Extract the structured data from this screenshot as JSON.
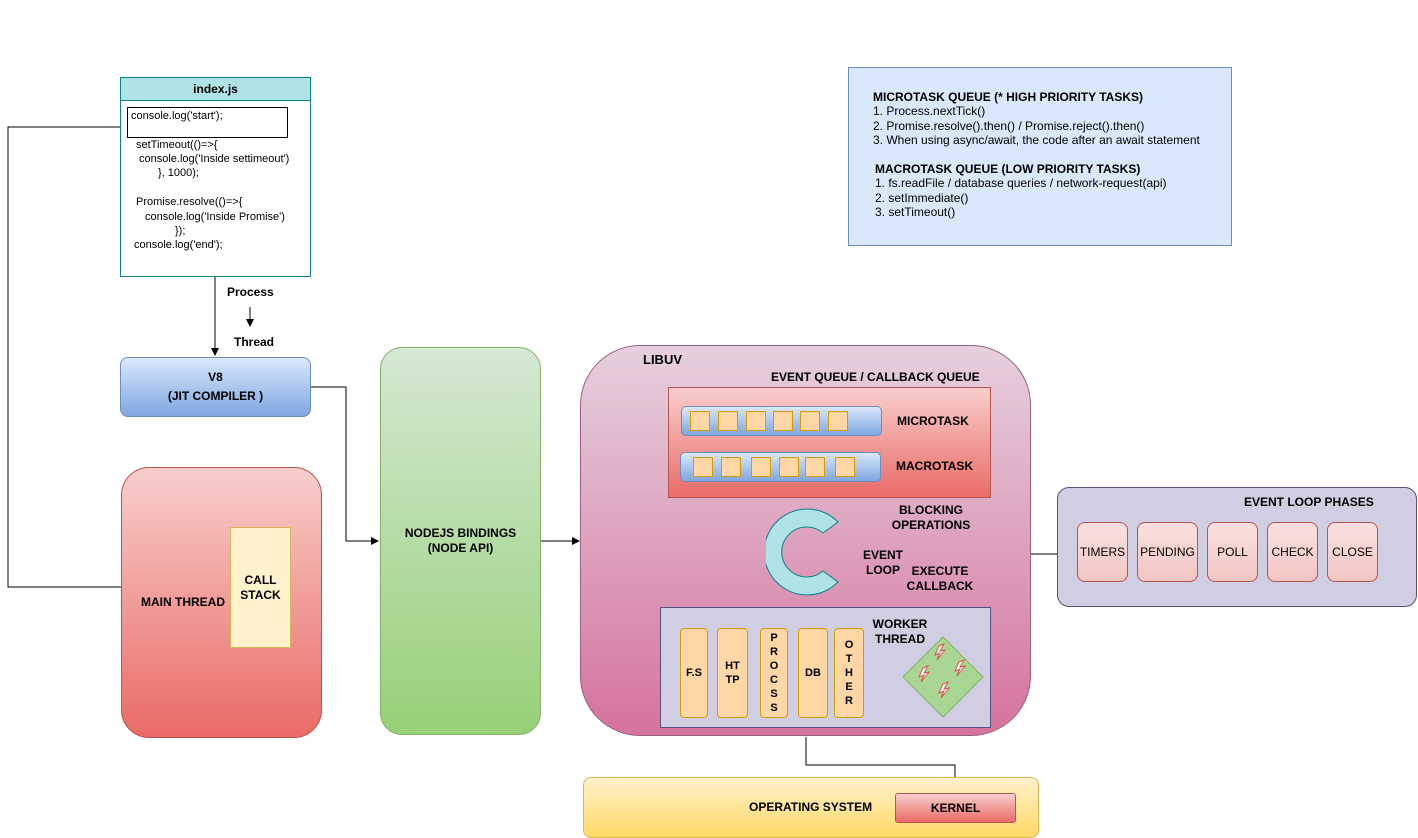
{
  "index_js": {
    "title": "index.js",
    "lines": [
      "console.log('start');",
      "setTimeout(()=>{",
      "console.log('Inside settimeout')",
      "}, 1000);",
      "Promise.resolve(()=>{",
      "console.log('Inside Promise')",
      "});",
      "console.log('end');"
    ]
  },
  "process_label": "Process",
  "thread_label": "Thread",
  "v8": {
    "line1": "V8",
    "line2": "(JIT COMPILER )"
  },
  "main_thread": {
    "label": "MAIN THREAD",
    "call_stack": "CALL STACK"
  },
  "bindings": {
    "line1": "NODEJS BINDINGS",
    "line2": "(NODE API)"
  },
  "libuv": {
    "title": "LIBUV",
    "event_queue_title": "EVENT QUEUE / CALLBACK QUEUE",
    "microtask": "MICROTASK",
    "macrotask": "MACROTASK",
    "blocking": "BLOCKING OPERATIONS",
    "event_loop": "EVENT LOOP",
    "execute_callback": "EXECUTE CALLBACK",
    "worker_thread": "WORKER THREAD",
    "workers": [
      "F.S",
      "HTTP",
      "PROCSS",
      "DB",
      "OTHER"
    ]
  },
  "info": {
    "micro_title": "MICROTASK QUEUE (* HIGH PRIORITY TASKS)",
    "micro_items": [
      "1. Process.nextTick()",
      "2. Promise.resolve().then() / Promise.reject().then()",
      "3. When using async/await, the code after an await statement"
    ],
    "macro_title": "MACROTASK QUEUE (LOW PRIORITY TASKS)",
    "macro_items": [
      "1. fs.readFile / database queries / network-request(api)",
      "2. setImmediate()",
      "3. setTimeout()"
    ]
  },
  "phases": {
    "title": "EVENT LOOP PHASES",
    "items": [
      "TIMERS",
      "PENDING",
      "POLL",
      "CHECK",
      "CLOSE"
    ]
  },
  "os": {
    "label": "OPERATING SYSTEM",
    "kernel": "KERNEL"
  },
  "colors": {
    "index_header": "#b0e3e6",
    "index_border": "#0e8088",
    "v8_fill": "#7ea6e0",
    "main_fill": "#ea6b66",
    "bindings_fill": "#97d077",
    "libuv_fill": "#d5739d",
    "queue_fill": "#ea6b66",
    "info_fill": "#dae8fc",
    "phases_fill": "#d0cee2",
    "os_fill": "#ffd966"
  }
}
